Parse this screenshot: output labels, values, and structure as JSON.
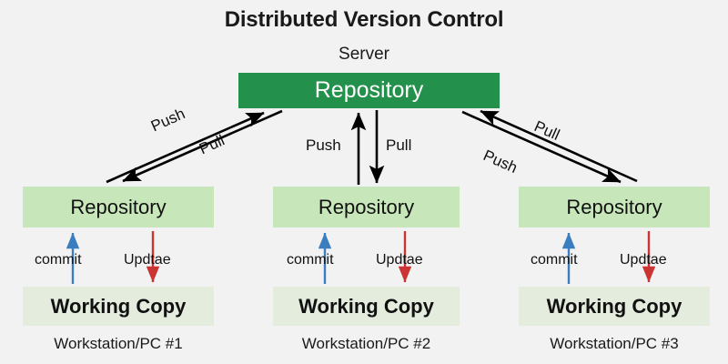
{
  "diagram": {
    "title": "Distributed Version Control",
    "background_color": "#f2f2f2",
    "colors": {
      "server_box": "#23914b",
      "repository_box": "#c7e6ba",
      "working_copy_box": "#e3ecdd",
      "commit_arrow": "#3a7ebf",
      "update_arrow": "#cc3333",
      "transfer_arrow": "#000000",
      "text": "#111111",
      "server_text": "#ffffff"
    },
    "server": {
      "caption": "Server",
      "box_label": "Repository"
    },
    "workstations": [
      {
        "repository_label": "Repository",
        "working_copy_label": "Working Copy",
        "caption": "Workstation/PC #1",
        "commit_label": "commit",
        "update_label": "Updtae",
        "push_label": "Push",
        "pull_label": "Pull"
      },
      {
        "repository_label": "Repository",
        "working_copy_label": "Working Copy",
        "caption": "Workstation/PC #2",
        "commit_label": "commit",
        "update_label": "Updtae",
        "push_label": "Push",
        "pull_label": "Pull"
      },
      {
        "repository_label": "Repository",
        "working_copy_label": "Working Copy",
        "caption": "Workstation/PC #3",
        "commit_label": "commit",
        "update_label": "Updtae",
        "push_label": "Push",
        "pull_label": "Pull"
      }
    ]
  }
}
